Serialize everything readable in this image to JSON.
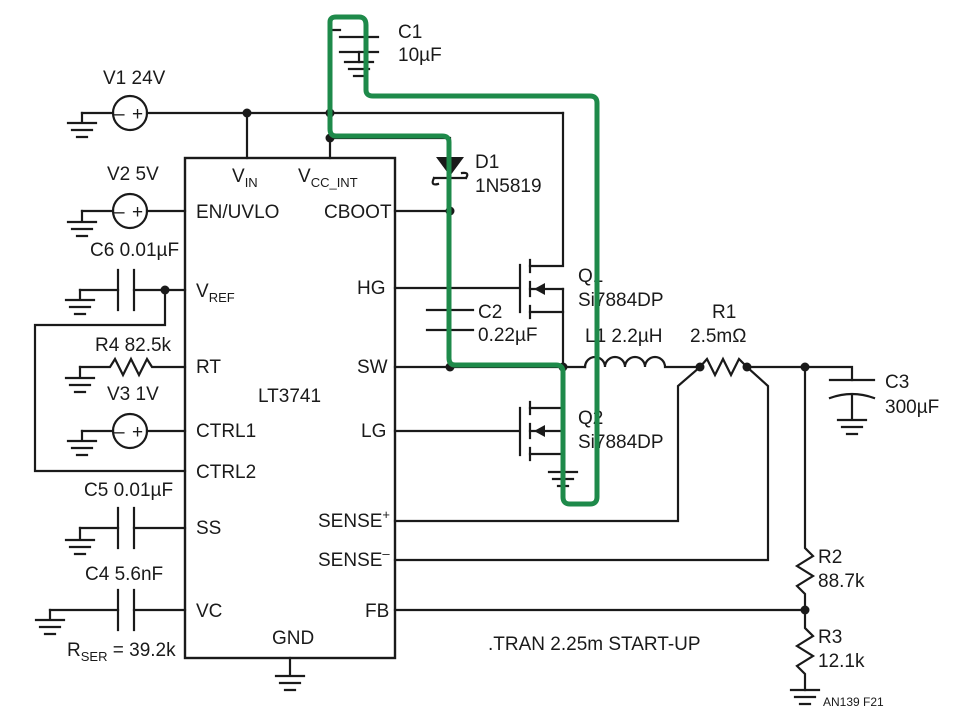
{
  "ic": {
    "name": "LT3741",
    "pins_left": [
      "EN/UVLO",
      "RT",
      "CTRL1",
      "CTRL2",
      "SS",
      "VC"
    ],
    "pin_vin": {
      "main": "V",
      "sub": "IN"
    },
    "pin_vcc": {
      "main": "V",
      "sub": "CC_INT"
    },
    "pin_vref": {
      "main": "V",
      "sub": "REF"
    },
    "pins_right": [
      "CBOOT",
      "HG",
      "SW",
      "LG",
      "FB"
    ],
    "pin_sense_plus": {
      "main": "SENSE",
      "sup": "+"
    },
    "pin_sense_minus": {
      "main": "SENSE",
      "sup": "–"
    },
    "pin_gnd": "GND"
  },
  "components": {
    "v1": "V1 24V",
    "v2": "V2 5V",
    "v3": "V3 1V",
    "c6": "C6 0.01µF",
    "r4": "R4 82.5k",
    "c5": "C5 0.01µF",
    "c4": "C4 5.6nF",
    "rser": {
      "main": "R",
      "sub": "SER",
      "rest": " = 39.2k"
    },
    "c1": {
      "name": "C1",
      "value": "10µF"
    },
    "d1": {
      "name": "D1",
      "value": "1N5819"
    },
    "q1": {
      "name": "Q1",
      "value": "Si7884DP"
    },
    "q2": {
      "name": "Q2",
      "value": "Si7884DP"
    },
    "c2": {
      "name": "C2",
      "value": "0.22µF"
    },
    "l1": "L1 2.2µH",
    "r1": {
      "name": "R1",
      "value": "2.5mΩ"
    },
    "c3": {
      "name": "C3",
      "value": "300µF"
    },
    "r2": {
      "name": "R2",
      "value": "88.7k"
    },
    "r3": {
      "name": "R3",
      "value": "12.1k"
    }
  },
  "annotation": ".TRAN 2.25m START-UP",
  "figure_id": "AN139 F21",
  "colors": {
    "wire": "#1a1a1a",
    "highlight_loop": "#1e8a4a",
    "background": "#ffffff"
  }
}
